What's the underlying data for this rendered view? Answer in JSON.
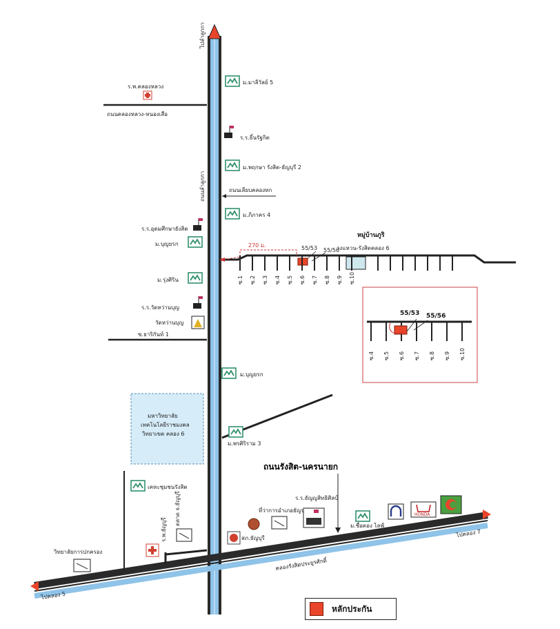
{
  "map": {
    "roads": {
      "main_vertical": "ถนนลำลูกกา",
      "to_north": "ไปลำลูกกา",
      "klong_luang_road": "ถนนคลองหลวง-หนองเสือ",
      "short_road_label": "ถนนเลียบคลองหก",
      "rangsit_nakhon_nayok": "ถนนรังสิต-นครนายก",
      "canal": "คลองรังสิตประยูรศักดิ์",
      "to_klong5": "ไปคลอง 5",
      "to_klong7": "ไปคลอง 7",
      "soi_left": "ซ.ธาริกันท์ 1"
    },
    "places": {
      "hospital_klongluang": "ร.พ.คลองหลวง",
      "village_malisa": "ม.มาลีวัลย์ 5",
      "school_tinrat": "ร.ร.ธิ์นรัฐกิต",
      "village_pruksa": "ม.พฤกษา รังสิต-ธัญบุรี 2",
      "village_pitakes": "ม.ภิภาคร 4",
      "school_udom": "ร.ร.อุดมศึกษาธังสิต",
      "village_bunyarak": "ม.บุญยรก",
      "village_rungsirin": "ม.รุ่งศิริน",
      "school_wat": "ร.ร.วัดหว่านบุญ",
      "temple": "วัดหว่านบุญ",
      "village_bunyarak_2": "ม.บุญยรก",
      "university": [
        "มหาวิทยาลัย",
        "เทคโนโลยีราชมงคล",
        "วิทยาเขต คลอง 6"
      ],
      "village_pornsiri": "ม.พรศิริราม 3",
      "village_rangsit_complex": "เคหะชุมชนรังสิต",
      "market_thanyaburi": "ตลาด จ.ธัญบุรี",
      "hospital_thanyaburi": "ร.พ.ธัญบุรี",
      "police_college": "วิทยาลัยการปกครอง",
      "district_office": "ที่ว่าการอำเภอธัญบุรี",
      "school_saint": "ร.ร.ธัญญสิทธิศิลป์",
      "bank_thanyaburi": "สภ.ธัญบุรี",
      "village_ruamjai": "ม.ชื่อตอง ไลฟ์"
    },
    "village": {
      "title": "หมู่บ้านภูริ",
      "subtitle": "วงแหวน-รังสิตคลอง 6",
      "distance": "270 ม.",
      "plot_a": "55/53",
      "plot_b": "55/56",
      "sois": [
        "ซ.1",
        "ซ.2",
        "ซ.3",
        "ซ.4",
        "ซ.5",
        "ซ.6",
        "ซ.7",
        "ซ.8",
        "ซ.9",
        "ซ.10"
      ],
      "inset_plot_a": "55/53",
      "inset_plot_b": "55/56",
      "inset_sois": [
        "ซ.4",
        "ซ.5",
        "ซ.6",
        "ซ.7",
        "ซ.8",
        "ซ.9",
        "ซ.10"
      ]
    },
    "brands": {
      "honda": "HONDA"
    },
    "legend": {
      "label": "หลักประกัน"
    },
    "colors": {
      "canal": "#8fc3e8",
      "road_dark": "#222222",
      "plot_marker": "#e8452a",
      "university_fill": "#d6ecf8",
      "inset_border": "#d66060",
      "village_icon": "#2f8f6a"
    }
  }
}
